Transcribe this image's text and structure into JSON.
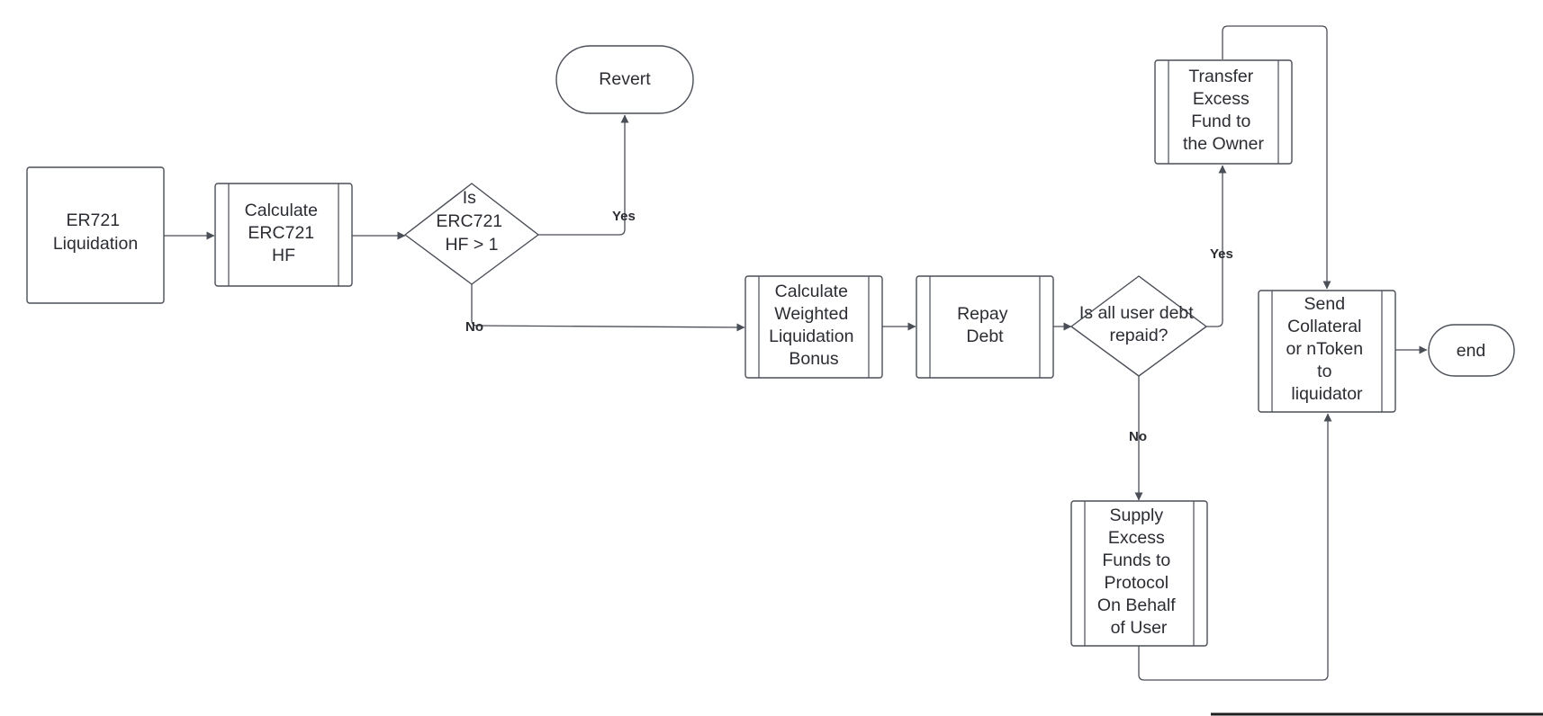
{
  "diagram": {
    "nodes": {
      "start": [
        "ER721",
        "Liquidation"
      ],
      "calc_hf": [
        "Calculate",
        "ERC721",
        "HF"
      ],
      "hf_check": [
        "Is",
        "ERC721",
        "HF > 1"
      ],
      "revert": [
        "Revert"
      ],
      "calc_bonus": [
        "Calculate",
        "Weighted",
        "Liquidation",
        "Bonus"
      ],
      "repay_debt": [
        "Repay",
        "Debt"
      ],
      "debt_check": [
        "Is all user debt",
        "repaid?"
      ],
      "transfer_excess": [
        "Transfer",
        "Excess",
        "Fund to",
        "the Owner"
      ],
      "supply_excess": [
        "Supply",
        "Excess",
        "Funds to",
        "Protocol",
        "On Behalf",
        "of User"
      ],
      "send_collateral": [
        "Send",
        "Collateral",
        "or nToken",
        "to",
        "liquidator"
      ],
      "end": [
        "end"
      ]
    },
    "edge_labels": {
      "hf_yes": "Yes",
      "hf_no": "No",
      "debt_yes": "Yes",
      "debt_no": "No"
    }
  }
}
